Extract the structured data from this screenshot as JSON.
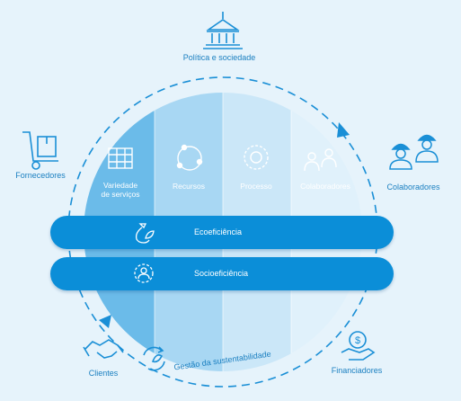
{
  "diagram": {
    "top_label": "Política e sociedade",
    "left_label": "Fornecedores",
    "right_label": "Colaboradores",
    "bottom_left_label": "Clientes",
    "bottom_right_label": "Financiadores",
    "curve_label": "Gestão da sustentabilidade",
    "segments": [
      {
        "label": "Variedade de serviços",
        "line1": "Variedade",
        "line2": "de serviços"
      },
      {
        "label": "Recursos"
      },
      {
        "label": "Processo"
      },
      {
        "label": "Colaboradores"
      }
    ],
    "bands": [
      {
        "label": "Ecoeficiência",
        "icon": "money-bag-leaf-icon"
      },
      {
        "label": "Socioeficiência",
        "icon": "people-gear-icon"
      }
    ]
  },
  "colors": {
    "background": "#e6f3fb",
    "primary": "#0b8ed8",
    "text": "#1a7fc0"
  }
}
